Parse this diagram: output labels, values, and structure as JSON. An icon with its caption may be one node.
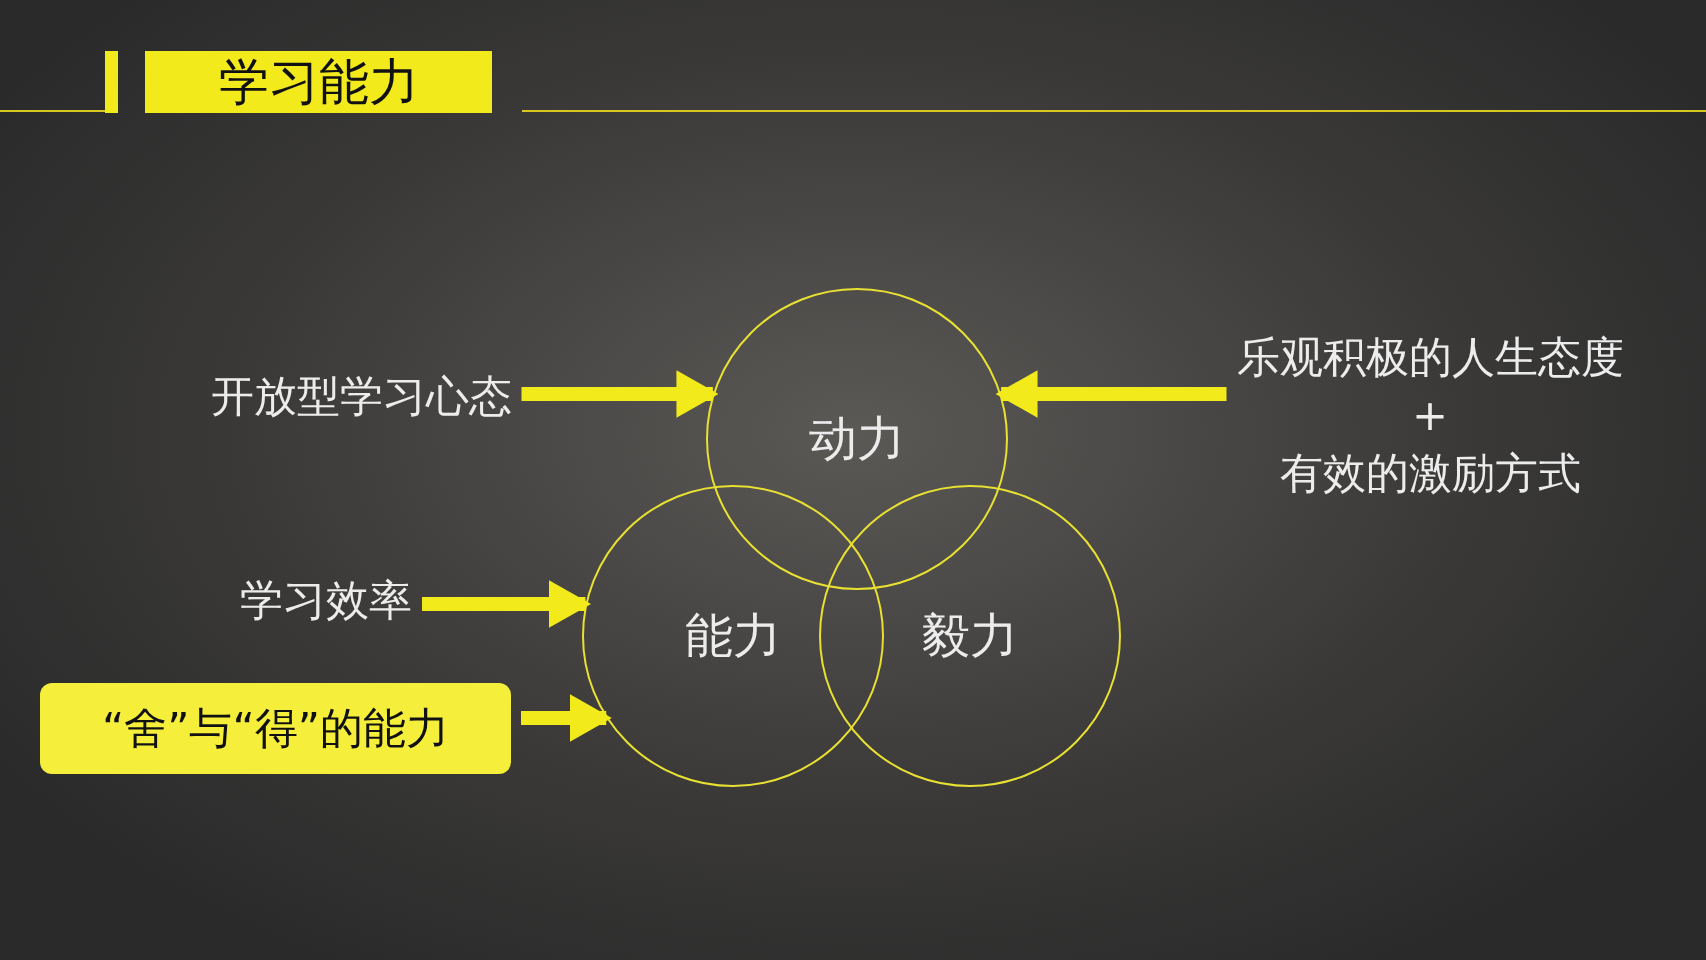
{
  "diagram": {
    "title": "学习能力",
    "nodes": [
      {
        "text": [
          "开放型学习心态"
        ]
      },
      {
        "text": [
          "动力"
        ]
      },
      {
        "text": [
          "乐观积极的人生态度",
          "+",
          "有效的激励方式"
        ]
      },
      {
        "text": [
          "学习效率"
        ]
      },
      {
        "text": [
          "能力"
        ]
      },
      {
        "text": [
          "毅力"
        ]
      },
      {
        "text": [
          "“舍”与“得”的能力"
        ]
      }
    ],
    "edges": [
      {
        "from": 0,
        "to": 1,
        "arrow": "to"
      },
      {
        "from": 2,
        "to": 1,
        "arrow": "to"
      },
      {
        "from": 3,
        "to": 4,
        "arrow": "to"
      },
      {
        "from": 6,
        "to": 4,
        "arrow": "to"
      }
    ]
  }
}
